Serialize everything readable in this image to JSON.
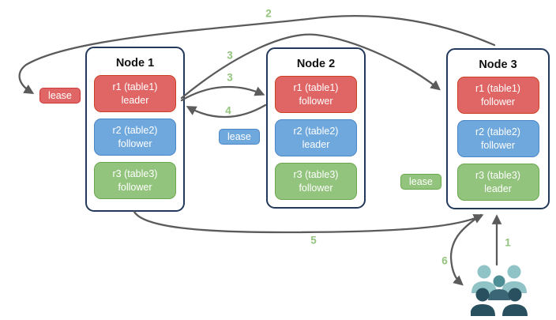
{
  "diagram": {
    "nodes": [
      {
        "title": "Node 1",
        "replicas": [
          {
            "name": "r1 (table1)",
            "role": "leader",
            "color": "#e06666"
          },
          {
            "name": "r2 (table2)",
            "role": "follower",
            "color": "#6fa8dc"
          },
          {
            "name": "r3 (table3)",
            "role": "follower",
            "color": "#93c47d"
          }
        ]
      },
      {
        "title": "Node 2",
        "replicas": [
          {
            "name": "r1 (table1)",
            "role": "follower",
            "color": "#e06666"
          },
          {
            "name": "r2 (table2)",
            "role": "leader",
            "color": "#6fa8dc"
          },
          {
            "name": "r3 (table3)",
            "role": "follower",
            "color": "#93c47d"
          }
        ]
      },
      {
        "title": "Node 3",
        "replicas": [
          {
            "name": "r1 (table1)",
            "role": "follower",
            "color": "#e06666"
          },
          {
            "name": "r2 (table2)",
            "role": "follower",
            "color": "#6fa8dc"
          },
          {
            "name": "r3 (table3)",
            "role": "leader",
            "color": "#93c47d"
          }
        ]
      }
    ],
    "leases": [
      {
        "label": "lease",
        "color": "#e06666"
      },
      {
        "label": "lease",
        "color": "#6fa8dc"
      },
      {
        "label": "lease",
        "color": "#93c47d"
      }
    ],
    "flow_labels": [
      {
        "label": "1"
      },
      {
        "label": "2"
      },
      {
        "label": "3"
      },
      {
        "label": "3"
      },
      {
        "label": "4"
      },
      {
        "label": "5"
      },
      {
        "label": "6"
      }
    ],
    "icons": {
      "clients": "users-group-icon"
    },
    "colors": {
      "arrow": "#5b5b5b",
      "step_number": "#93c47d",
      "node_border": "#23395b",
      "client_light": "#8fc3c6",
      "client_mid_head": "#4f8d97",
      "client_mid_body": "#3a6675",
      "client_dark": "#29505e"
    }
  }
}
